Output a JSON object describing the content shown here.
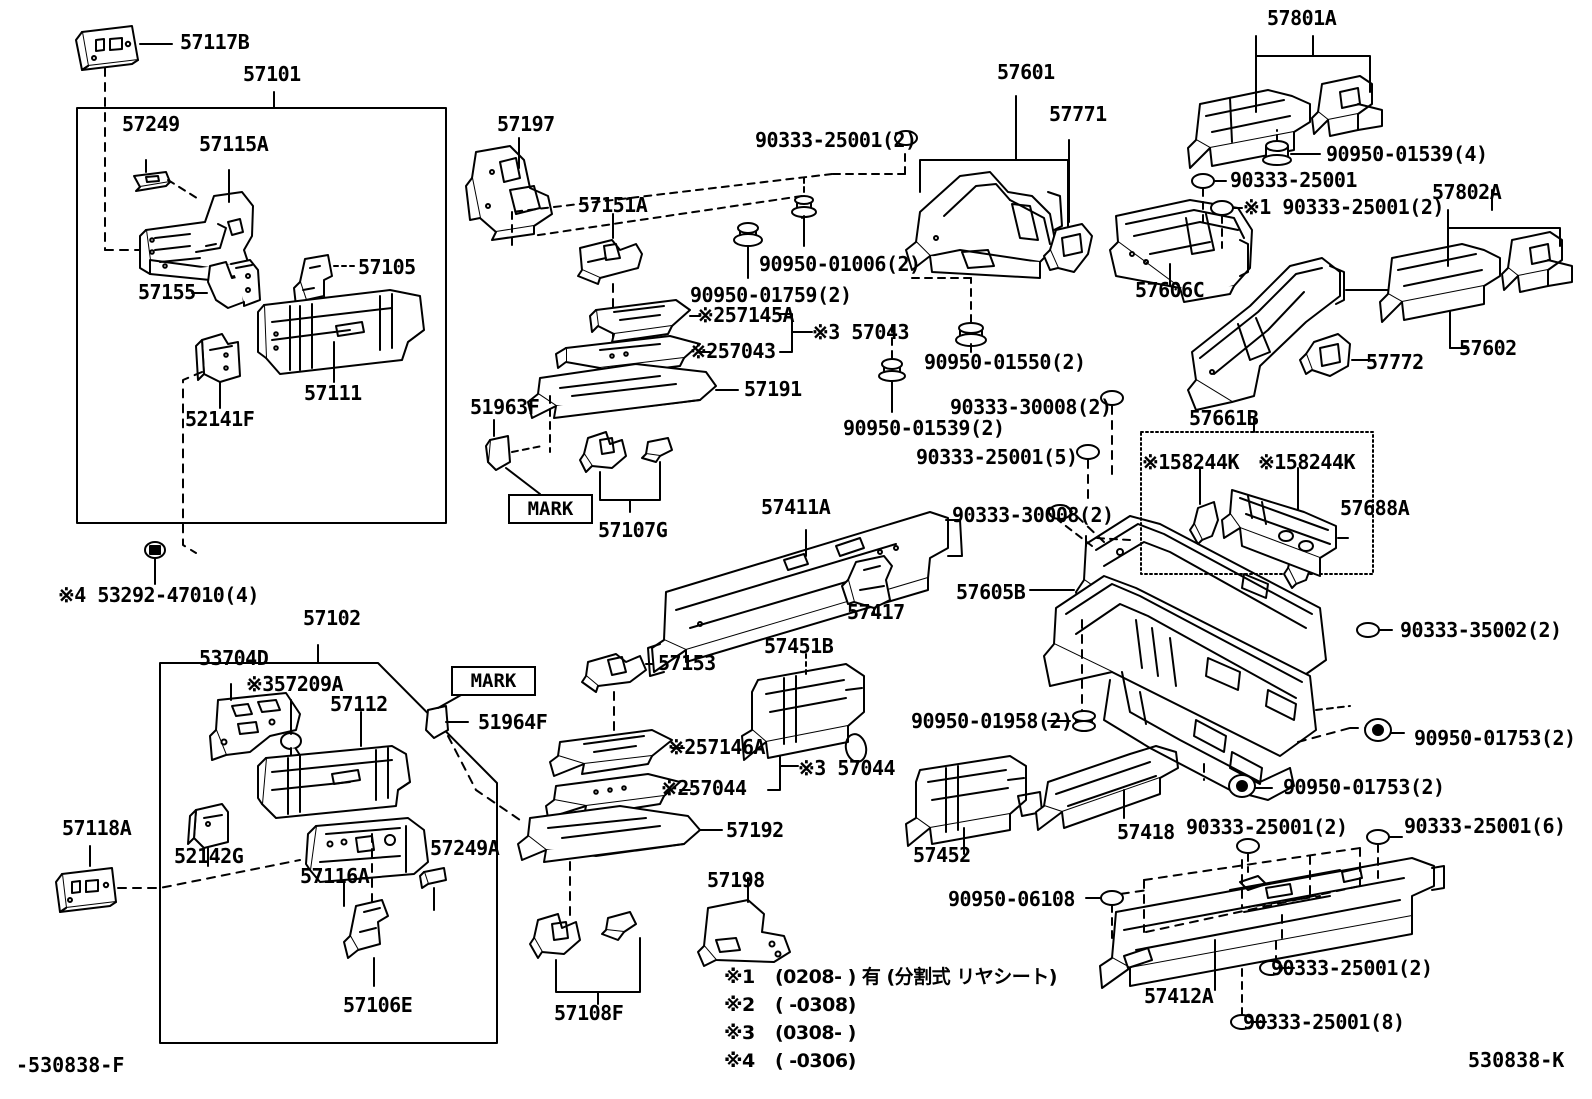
{
  "diagram": {
    "code_bottom_left": "-530838-F",
    "code_bottom_right": "530838-K"
  },
  "groups": {
    "front_side_member_lh": "57101",
    "front_side_member_rh": "57102",
    "rear_floor_side_member_assy": "57601",
    "rear_member_sub_assy_lh": "57801A",
    "rear_member_sub_assy_rh": "57802A",
    "rear_side_member": "57602",
    "rear_crossmember_set": "57661B",
    "mark_label": "MARK"
  },
  "parts": [
    {
      "id": "p57117B",
      "code": "57117B"
    },
    {
      "id": "p57101",
      "code": "57101"
    },
    {
      "id": "p57249",
      "code": "57249"
    },
    {
      "id": "p57115A",
      "code": "57115A"
    },
    {
      "id": "p57155",
      "code": "57155"
    },
    {
      "id": "p57105",
      "code": "57105"
    },
    {
      "id": "p57111",
      "code": "57111"
    },
    {
      "id": "p52141F",
      "code": "52141F"
    },
    {
      "id": "p53292",
      "code": "※4 53292-47010(4)"
    },
    {
      "id": "p57102",
      "code": "57102"
    },
    {
      "id": "p53704D",
      "code": "53704D"
    },
    {
      "id": "p57209A",
      "code": "※357209A"
    },
    {
      "id": "p57112",
      "code": "57112"
    },
    {
      "id": "p57118A",
      "code": "57118A"
    },
    {
      "id": "p52142G",
      "code": "52142G"
    },
    {
      "id": "p57116A",
      "code": "57116A"
    },
    {
      "id": "p57249A",
      "code": "57249A"
    },
    {
      "id": "p57106E",
      "code": "57106E"
    },
    {
      "id": "p51964F",
      "code": "51964F"
    },
    {
      "id": "p57197",
      "code": "57197"
    },
    {
      "id": "p57151A",
      "code": "57151A"
    },
    {
      "id": "p57145A",
      "code": "※257145A"
    },
    {
      "id": "p57043a",
      "code": "※257043"
    },
    {
      "id": "p57043b",
      "code": "※3 57043"
    },
    {
      "id": "p57191",
      "code": "57191"
    },
    {
      "id": "p51963F",
      "code": "51963F"
    },
    {
      "id": "p57107G",
      "code": "57107G"
    },
    {
      "id": "p57153",
      "code": "57153"
    },
    {
      "id": "p57146A",
      "code": "※257146A"
    },
    {
      "id": "p57044a",
      "code": "※257044"
    },
    {
      "id": "p57044b",
      "code": "※3 57044"
    },
    {
      "id": "p57192",
      "code": "57192"
    },
    {
      "id": "p57108F",
      "code": "57108F"
    },
    {
      "id": "p57198",
      "code": "57198"
    },
    {
      "id": "p57411A",
      "code": "57411A"
    },
    {
      "id": "p57417",
      "code": "57417"
    },
    {
      "id": "p57451B",
      "code": "57451B"
    },
    {
      "id": "p57452",
      "code": "57452"
    },
    {
      "id": "p57418",
      "code": "57418"
    },
    {
      "id": "p57412A",
      "code": "57412A"
    },
    {
      "id": "p57601",
      "code": "57601"
    },
    {
      "id": "p57771",
      "code": "57771"
    },
    {
      "id": "p57606C",
      "code": "57606C"
    },
    {
      "id": "p57605B",
      "code": "57605B"
    },
    {
      "id": "p57602",
      "code": "57602"
    },
    {
      "id": "p57772",
      "code": "57772"
    },
    {
      "id": "p57661B",
      "code": "57661B"
    },
    {
      "id": "p58244Ka",
      "code": "※158244K"
    },
    {
      "id": "p58244Kb",
      "code": "※158244K"
    },
    {
      "id": "p57688A",
      "code": "57688A"
    },
    {
      "id": "p57801A",
      "code": "57801A"
    },
    {
      "id": "p57802A",
      "code": "57802A"
    }
  ],
  "fasteners": [
    {
      "id": "f1",
      "code": "90333-25001(2)"
    },
    {
      "id": "f2",
      "code": "90950-01006(2)"
    },
    {
      "id": "f3",
      "code": "90950-01759(2)"
    },
    {
      "id": "f4",
      "code": "90950-01550(2)"
    },
    {
      "id": "f5",
      "code": "90950-01539(2)"
    },
    {
      "id": "f6",
      "code": "90333-30008(2)"
    },
    {
      "id": "f7",
      "code": "90333-25001(5)"
    },
    {
      "id": "f8",
      "code": "90333-30008(2)"
    },
    {
      "id": "f9",
      "code": "90950-01958(2)"
    },
    {
      "id": "f10",
      "code": "90950-01539(4)"
    },
    {
      "id": "f11",
      "code": "90333-25001"
    },
    {
      "id": "f12",
      "code": "※1 90333-25001(2)"
    },
    {
      "id": "f13",
      "code": "90333-35002(2)"
    },
    {
      "id": "f14",
      "code": "90950-01753(2)"
    },
    {
      "id": "f15",
      "code": "90950-01753(2)"
    },
    {
      "id": "f16",
      "code": "90333-25001(2)"
    },
    {
      "id": "f17",
      "code": "90333-25001(6)"
    },
    {
      "id": "f18",
      "code": "90950-06108"
    },
    {
      "id": "f19",
      "code": "90333-25001(2)"
    },
    {
      "id": "f20",
      "code": "90333-25001(8)"
    }
  ],
  "footnotes": [
    {
      "mark": "※1",
      "text": "(0208-      ) 有 (分割式 リヤシート)"
    },
    {
      "mark": "※2",
      "text": "(      -0308)"
    },
    {
      "mark": "※3",
      "text": "(0308-      )"
    },
    {
      "mark": "※4",
      "text": "(      -0306)"
    }
  ]
}
